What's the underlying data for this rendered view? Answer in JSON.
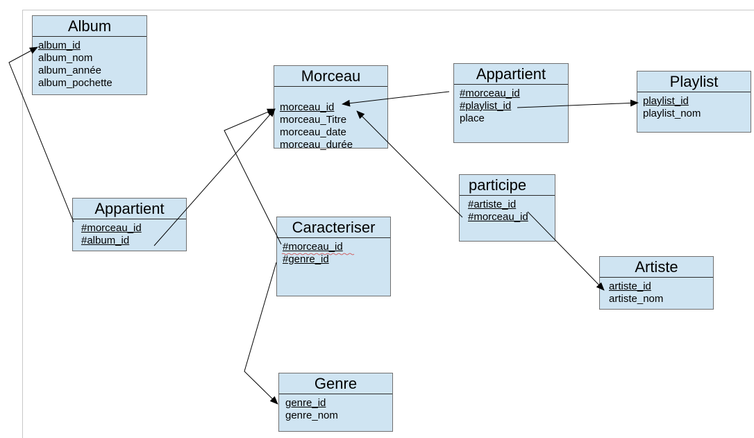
{
  "colors": {
    "box_fill": "#cfe4f2",
    "box_border": "#6f6f6f",
    "line": "#000000"
  },
  "tables": {
    "album": {
      "title": "Album",
      "fields": [
        "album_id",
        "album_nom",
        "album_année",
        "album_pochette"
      ]
    },
    "morceau": {
      "title": "Morceau",
      "fields": [
        "morceau_id",
        "morceau_Titre",
        "morceau_date",
        "morceau_durée"
      ]
    },
    "appartient_playlist": {
      "title": "Appartient",
      "fields": [
        "#morceau_id",
        "#playlist_id",
        "place"
      ]
    },
    "playlist": {
      "title": "Playlist",
      "fields": [
        "playlist_id",
        "playlist_nom"
      ]
    },
    "participe": {
      "title": "participe",
      "fields": [
        "#artiste_id",
        "#morceau_id"
      ]
    },
    "appartient_album": {
      "title": "Appartient",
      "fields": [
        "#morceau_id",
        "#album_id"
      ]
    },
    "caracteriser": {
      "title": "Caracteriser",
      "fields": [
        "#morceau_id",
        "#genre_id"
      ]
    },
    "artiste": {
      "title": "Artiste",
      "fields": [
        "artiste_id",
        "artiste_nom"
      ]
    },
    "genre": {
      "title": "Genre",
      "fields": [
        "genre_id",
        "genre_nom"
      ]
    }
  }
}
